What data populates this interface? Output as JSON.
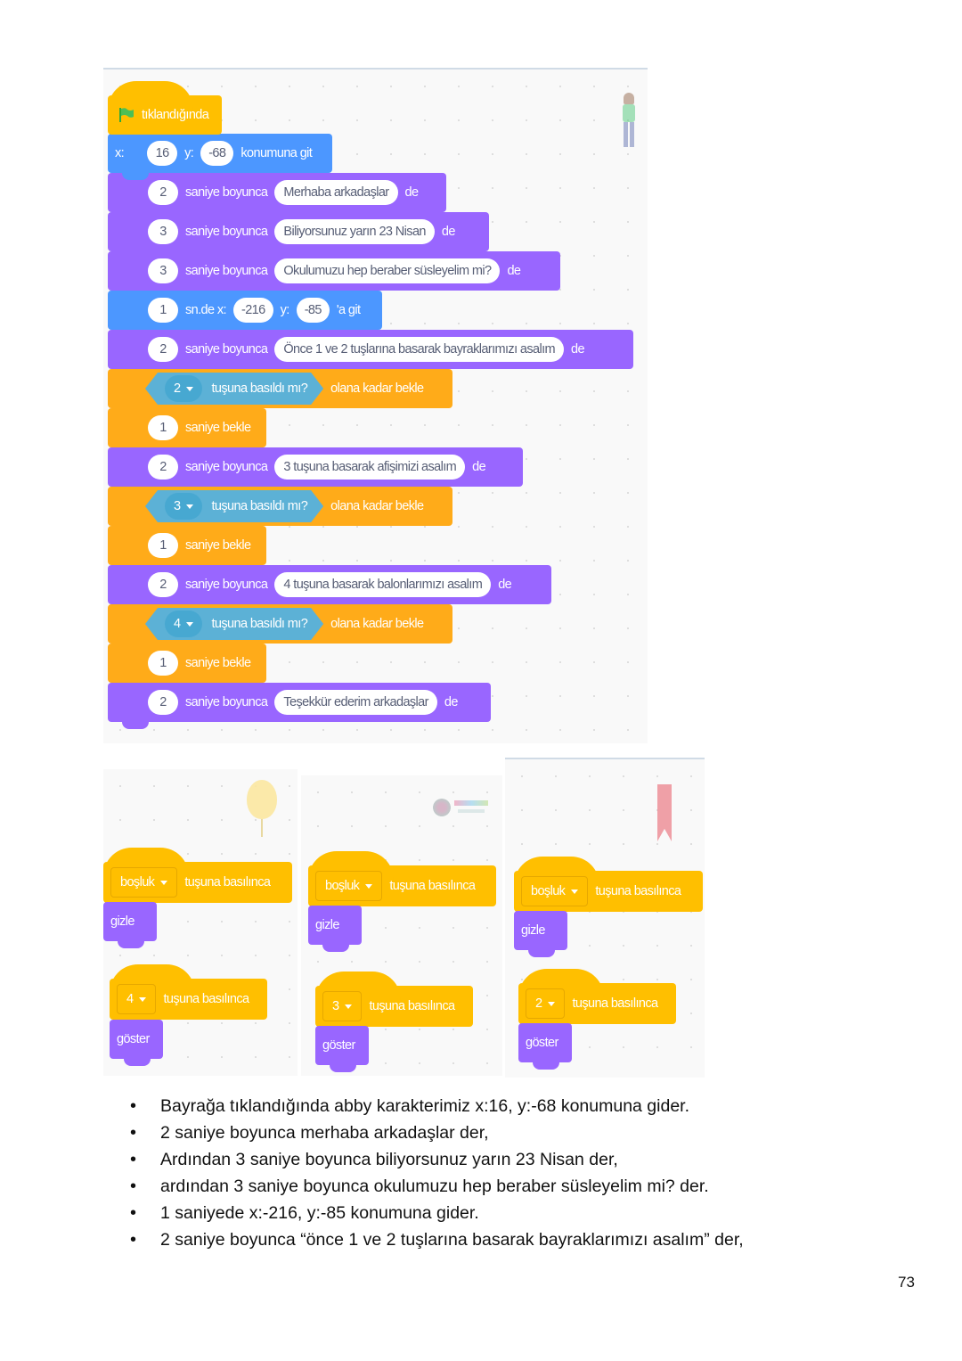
{
  "main_script": {
    "hat": {
      "icon": "green-flag-icon",
      "label": "tıklandığında"
    },
    "goto": {
      "x_label": "x:",
      "x": "16",
      "y_label": "y:",
      "y": "-68",
      "suffix": "konumuna git"
    },
    "blocks": [
      {
        "type": "say",
        "secs": "2",
        "label": "saniye boyunca",
        "text": "Merhaba arkadaşlar",
        "suffix": "de"
      },
      {
        "type": "say",
        "secs": "3",
        "label": "saniye boyunca",
        "text": "Biliyorsunuz yarın 23 Nisan",
        "suffix": "de"
      },
      {
        "type": "say",
        "secs": "3",
        "label": "saniye boyunca",
        "text": "Okulumuzu hep beraber süsleyelim mi?",
        "suffix": "de"
      },
      {
        "type": "glide",
        "secs": "1",
        "label": "sn.de x:",
        "x": "-216",
        "y_label": "y:",
        "y": "-85",
        "suffix": "'a git"
      },
      {
        "type": "say",
        "secs": "2",
        "label": "saniye boyunca",
        "text": "Önce 1 ve 2 tuşlarına basarak bayraklarımızı asalım",
        "suffix": "de"
      },
      {
        "type": "wait_until",
        "key": "2",
        "cond": "tuşuna basıldı mı?",
        "suffix": "olana kadar bekle"
      },
      {
        "type": "wait",
        "secs": "1",
        "label": "saniye bekle"
      },
      {
        "type": "say",
        "secs": "2",
        "label": "saniye boyunca",
        "text": "3 tuşuna basarak afişimizi asalım",
        "suffix": "de"
      },
      {
        "type": "wait_until",
        "key": "3",
        "cond": "tuşuna basıldı mı?",
        "suffix": "olana kadar bekle"
      },
      {
        "type": "wait",
        "secs": "1",
        "label": "saniye bekle"
      },
      {
        "type": "say",
        "secs": "2",
        "label": "saniye boyunca",
        "text": "4 tuşuna basarak balonlarımızı asalım",
        "suffix": "de"
      },
      {
        "type": "wait_until",
        "key": "4",
        "cond": "tuşuna basıldı mı?",
        "suffix": "olana kadar bekle"
      },
      {
        "type": "wait",
        "secs": "1",
        "label": "saniye bekle"
      },
      {
        "type": "say",
        "secs": "2",
        "label": "saniye boyunca",
        "text": "Teşekkür ederim arkadaşlar",
        "suffix": "de"
      }
    ],
    "sprite": "abby-sprite"
  },
  "sprite_panels": [
    {
      "sprite": "balloon-sprite",
      "hat1": {
        "key": "boşluk",
        "label": "tuşuna basılınca"
      },
      "action1": "gizle",
      "hat2": {
        "key": "4",
        "label": "tuşuna basılınca"
      },
      "action2": "göster"
    },
    {
      "sprite": "23-nisan-poster-sprite",
      "hat1": {
        "key": "boşluk",
        "label": "tuşuna basılınca"
      },
      "action1": "gizle",
      "hat2": {
        "key": "3",
        "label": "tuşuna basılınca"
      },
      "action2": "göster"
    },
    {
      "sprite": "flag-banner-sprite",
      "hat1": {
        "key": "boşluk",
        "label": "tuşuna basılınca"
      },
      "action1": "gizle",
      "hat2": {
        "key": "2",
        "label": "tuşuna basılınca"
      },
      "action2": "göster"
    }
  ],
  "bullets": [
    "Bayrağa tıklandığında abby karakterimiz x:16, y:-68 konumuna gider.",
    "2 saniye boyunca merhaba arkadaşlar der,",
    "Ardından 3 saniye boyunca biliyorsunuz yarın 23 Nisan der,",
    "ardından 3 saniye boyunca okulumuzu hep beraber süsleyelim mi? der.",
    "1 saniyede x:-216, y:-85 konumuna gider.",
    "2 saniye boyunca “önce 1 ve 2 tuşlarına basarak bayraklarımızı asalım” der,"
  ],
  "page_number": "73",
  "colors": {
    "looks": "#9966ff",
    "motion": "#4c97ff",
    "control": "#ffab19",
    "events": "#ffbf00",
    "sensing": "#5cb1d6"
  }
}
